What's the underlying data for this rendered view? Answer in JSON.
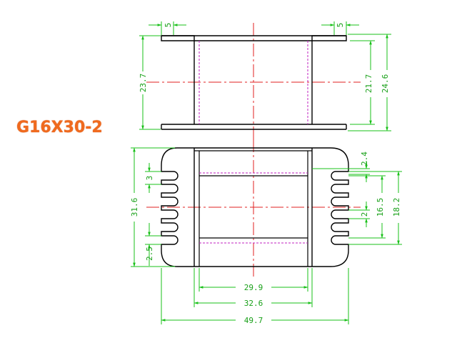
{
  "part_label": "G16X30-2",
  "colors": {
    "outline": "#000000",
    "dimension": "#18c018",
    "center_line": "#e02020",
    "hidden_line": "#c020c0",
    "label": "#f06a1e"
  },
  "dimensions": {
    "top_view": {
      "flange_thickness_left": "5",
      "flange_thickness_right": "5",
      "flange_height": "23.7",
      "inner_height": "21.7",
      "outer_height": "24.6"
    },
    "front_view": {
      "overall_height": "31.6",
      "slot_pitch": "3",
      "slot_width_left": "2.5",
      "slot_depth": "2.4",
      "slot_width_right": "2",
      "inner_span": "16.5",
      "outer_span": "18.2",
      "inner_width": "29.9",
      "middle_width": "32.6",
      "overall_width": "49.7"
    }
  }
}
